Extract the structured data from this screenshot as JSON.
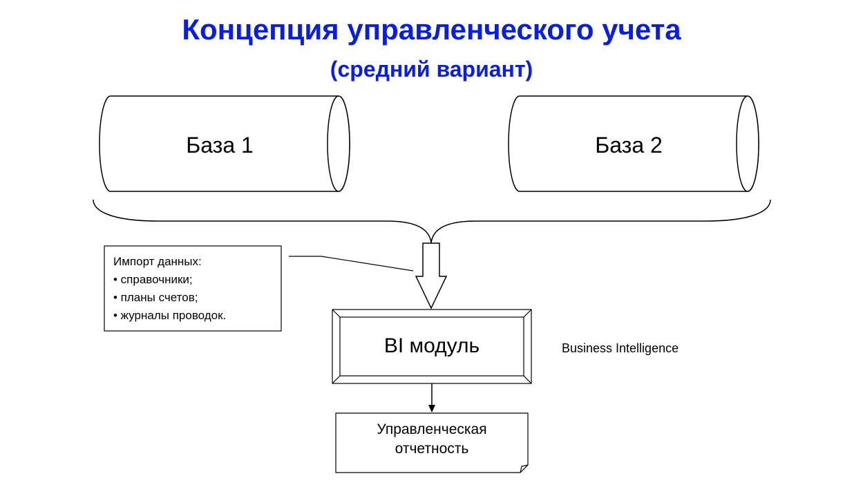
{
  "title": "Концепция управленческого учета",
  "subtitle": "(средний вариант)",
  "databases": [
    {
      "label": "База 1"
    },
    {
      "label": "База 2"
    }
  ],
  "import_note": {
    "lines": [
      "Импорт данных:",
      "• справочники;",
      "• планы счетов;",
      "• журналы проводок."
    ]
  },
  "bi_module": {
    "label": "BI модуль",
    "note": "Business Intelligence"
  },
  "report": {
    "lines": [
      "Управленческая",
      "отчетность"
    ]
  },
  "colors": {
    "title": "#0a1de6",
    "stroke": "#000000",
    "background": "#ffffff"
  }
}
